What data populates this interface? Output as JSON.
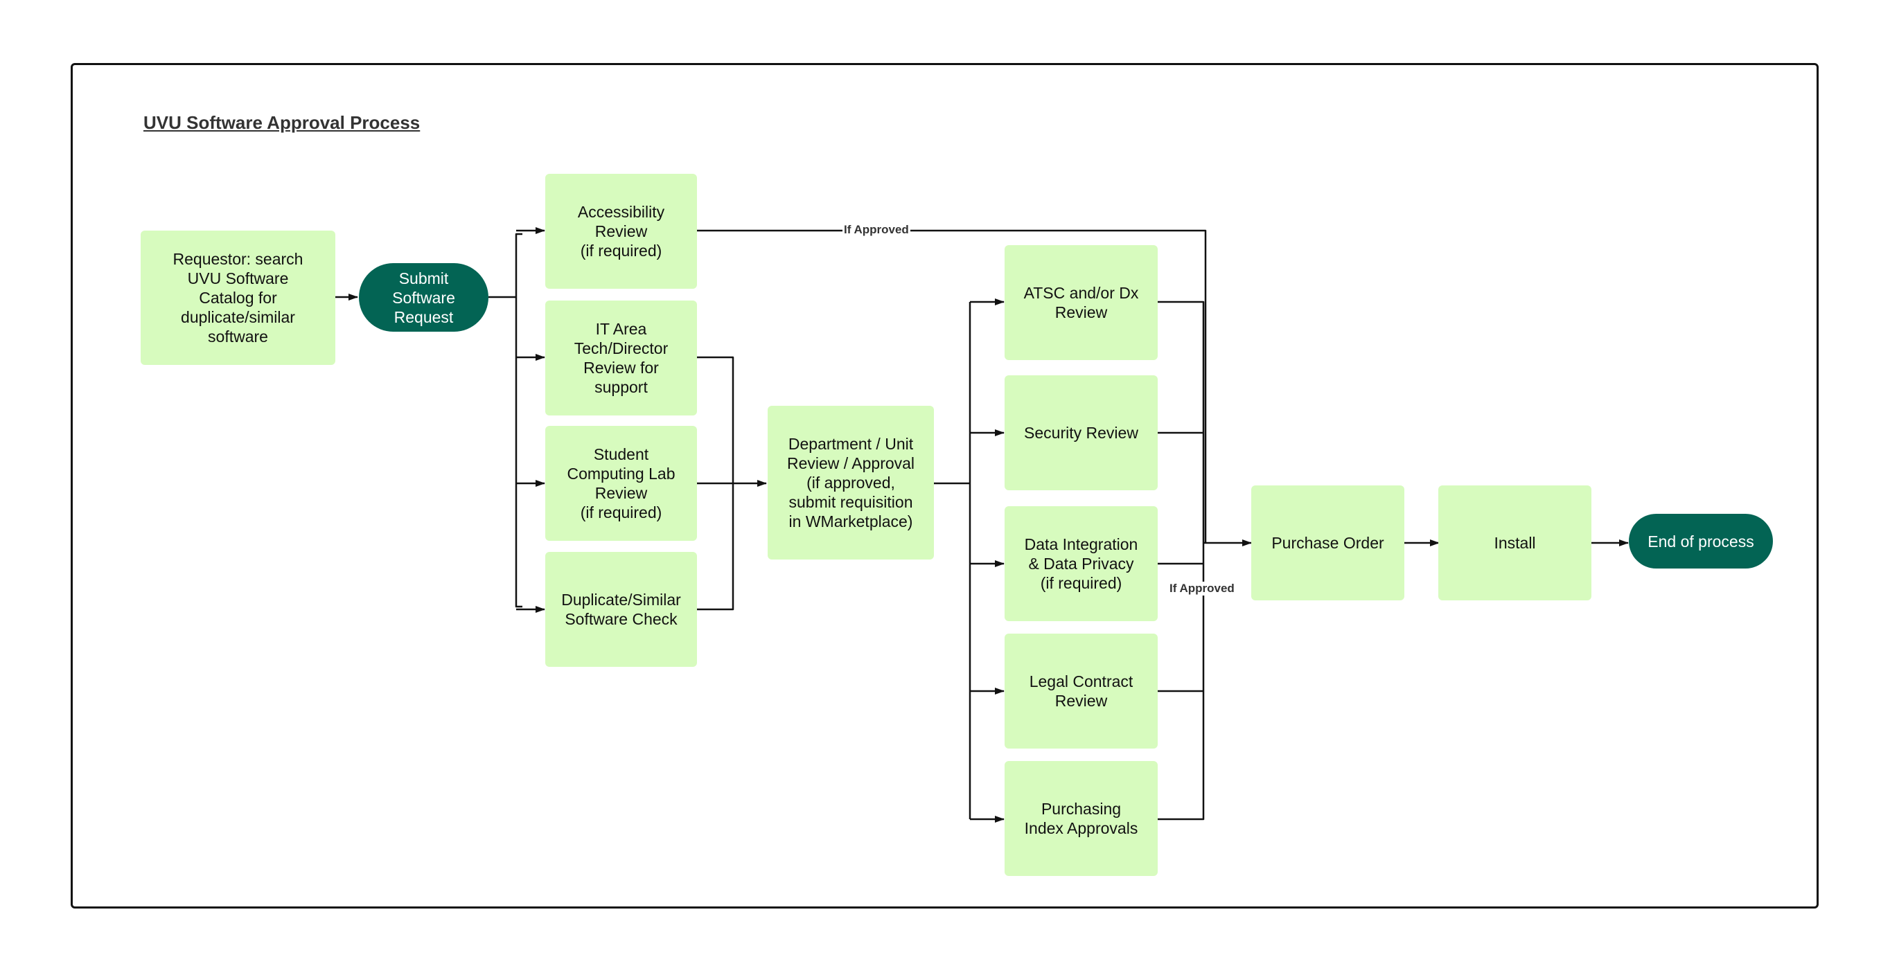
{
  "title": "UVU Software Approval Process",
  "nodes": {
    "requestor_search": "Requestor: search\nUVU Software\nCatalog for\nduplicate/similar\nsoftware",
    "submit_request": "Submit\nSoftware\nRequest",
    "accessibility_review": "Accessibility\nReview\n(if required)",
    "it_area_review": "IT Area\nTech/Director\nReview for\nsupport",
    "student_lab_review": "Student\nComputing Lab\nReview\n(if required)",
    "duplicate_check": "Duplicate/Similar\nSoftware Check",
    "department_review": "Department / Unit\nReview / Approval\n(if approved,\nsubmit requisition\nin WMarketplace)",
    "atsc_review": "ATSC and/or Dx\nReview",
    "security_review": "Security Review",
    "data_privacy": "Data Integration\n& Data Privacy\n(if required)",
    "legal_review": "Legal Contract\nReview",
    "purchasing_index": "Purchasing\nIndex Approvals",
    "purchase_order": "Purchase Order",
    "install": "Install",
    "end_process": "End of process"
  },
  "edge_labels": {
    "accessibility_approved": "If Approved",
    "reviews_approved": "If Approved"
  },
  "colors": {
    "box_fill": "#d7fbbe",
    "terminal_fill": "#036454",
    "terminal_text": "#ffffff",
    "line": "#111111"
  }
}
